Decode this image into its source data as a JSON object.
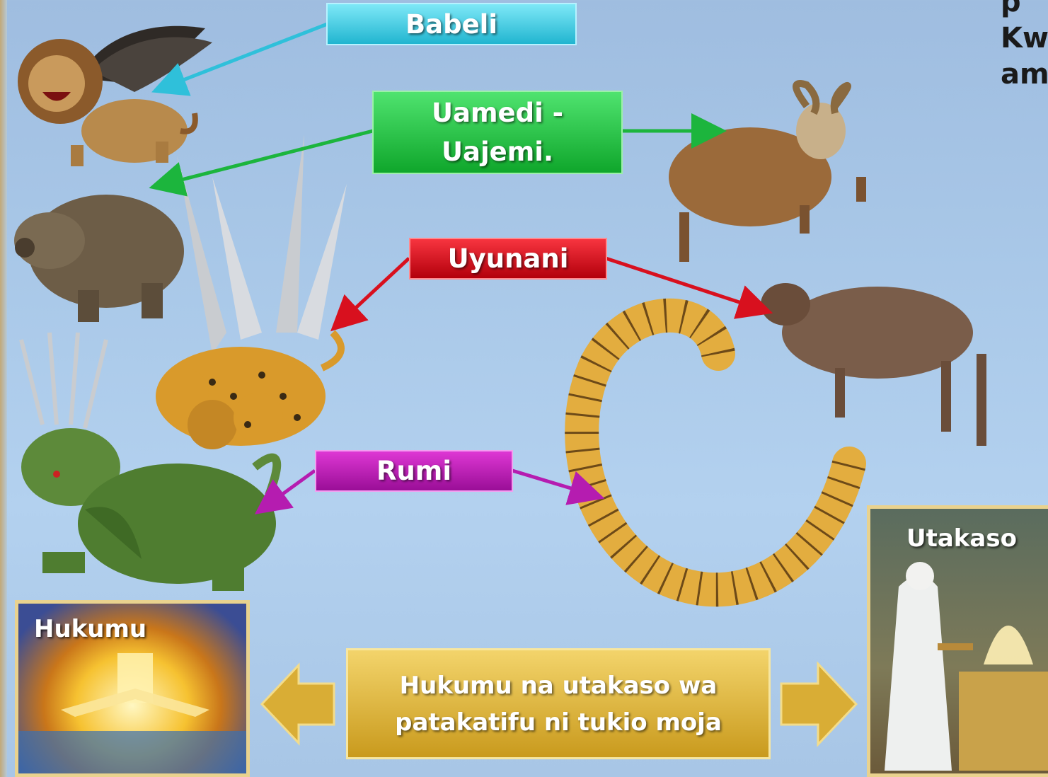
{
  "labels": {
    "babeli": "Babeli",
    "uamedi_line1": "Uamedi -",
    "uamedi_line2": "Uajemi.",
    "uyunani": "Uyunani",
    "rumi": "Rumi"
  },
  "top_right_text": [
    "p",
    "Kw",
    "am"
  ],
  "bottom": {
    "hukumu_label": "Hukumu",
    "utakaso_label": "Utakaso",
    "center_line1": "Hukumu na utakaso wa",
    "center_line2": "patakatifu ni tukio moja"
  },
  "colors": {
    "babeli": "#21b5d0",
    "uamedi": "#18b53a",
    "uyunani": "#d8101e",
    "rumi": "#b51cb0",
    "gold": "#d9ad35",
    "frame": "#e9d28e"
  },
  "icons": [
    "winged-lion-icon",
    "bear-icon",
    "four-headed-leopard-icon",
    "dragon-beast-icon",
    "ram-icon",
    "goat-icon",
    "horn-icon",
    "throne-judgment-icon",
    "high-priest-icon"
  ]
}
